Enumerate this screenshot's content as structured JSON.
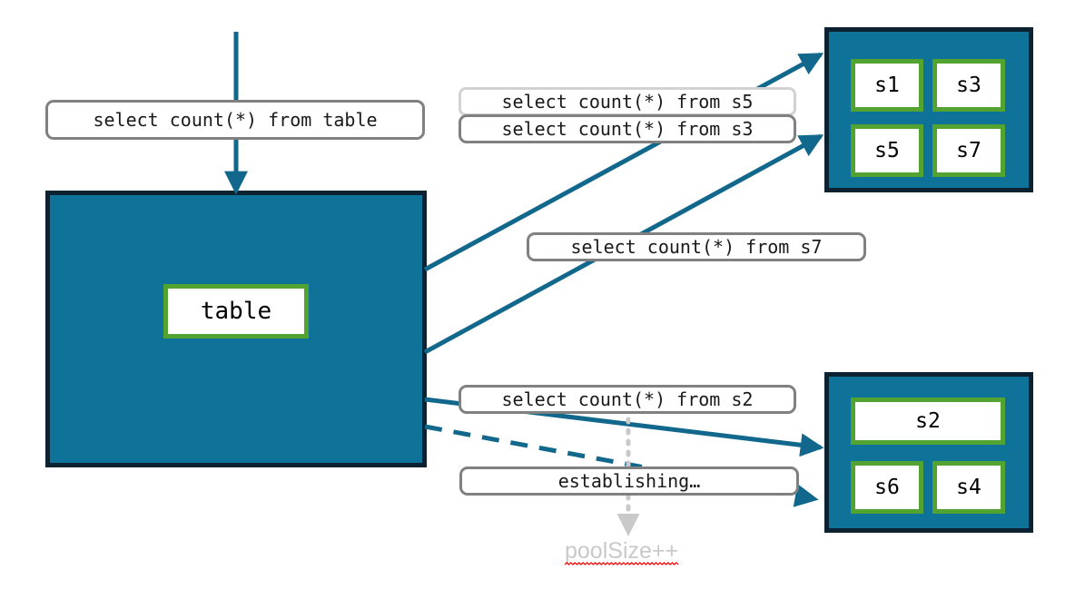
{
  "diagram": {
    "title": "sharded table count query fan-out",
    "colors": {
      "container_fill": "#0f7399",
      "container_border": "#0d2231",
      "node_border": "#52a32f",
      "node_fill": "#ffffff",
      "arrow": "#12688c",
      "pill_border": "#808080",
      "pill_border_muted": "#d2d2d2",
      "muted_text": "#c9c9c9",
      "spellcheck_underline": "#ff0000"
    }
  },
  "main_table": {
    "node_label": "table",
    "query_label": "select count(*) from table"
  },
  "shard_groups": [
    {
      "name": "shard-group-top",
      "nodes": [
        {
          "label": "s1"
        },
        {
          "label": "s3"
        },
        {
          "label": "s5"
        },
        {
          "label": "s7"
        }
      ]
    },
    {
      "name": "shard-group-bottom",
      "nodes": [
        {
          "label": "s2"
        },
        {
          "label": "s6"
        },
        {
          "label": "s4"
        }
      ]
    }
  ],
  "queries": [
    {
      "id": "from-s5",
      "label": "select count(*) from s5",
      "state": "stacked-behind"
    },
    {
      "id": "from-s3",
      "label": "select count(*) from s3",
      "state": "active"
    },
    {
      "id": "from-s7",
      "label": "select count(*) from s7",
      "state": "active"
    },
    {
      "id": "from-s2",
      "label": "select count(*) from s2",
      "state": "active"
    }
  ],
  "status": {
    "establishing_label": "establishing…",
    "pool_note": "poolSize++"
  }
}
